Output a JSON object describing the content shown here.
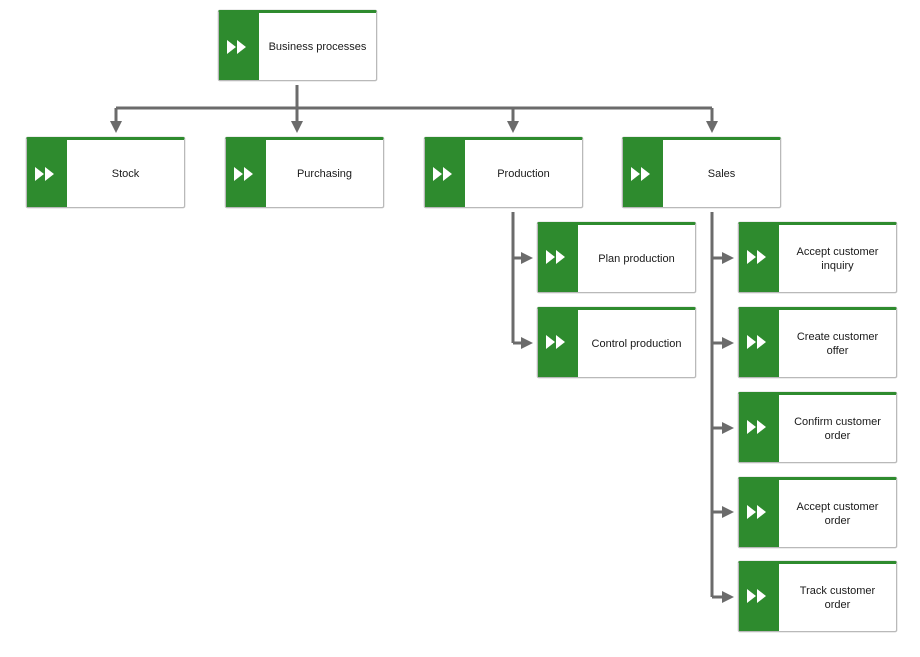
{
  "colors": {
    "accent_green": "#2e8b2e",
    "connector": "#6b6b6b",
    "box_border": "#b9b9b9"
  },
  "icon": "fast-forward-icon",
  "root": {
    "label": "Business processes"
  },
  "level1": [
    {
      "id": "stock",
      "label": "Stock"
    },
    {
      "id": "purchasing",
      "label": "Purchasing"
    },
    {
      "id": "production",
      "label": "Production"
    },
    {
      "id": "sales",
      "label": "Sales"
    }
  ],
  "production_children": [
    {
      "id": "plan-production",
      "label": "Plan production"
    },
    {
      "id": "control-production",
      "label": "Control production"
    }
  ],
  "sales_children": [
    {
      "id": "accept-customer-inquiry",
      "label": "Accept customer\ninquiry"
    },
    {
      "id": "create-customer-offer",
      "label": "Create customer\noffer"
    },
    {
      "id": "confirm-customer-order",
      "label": "Confirm customer\norder"
    },
    {
      "id": "accept-customer-order",
      "label": "Accept customer\norder"
    },
    {
      "id": "track-customer-order",
      "label": "Track customer\norder"
    }
  ]
}
